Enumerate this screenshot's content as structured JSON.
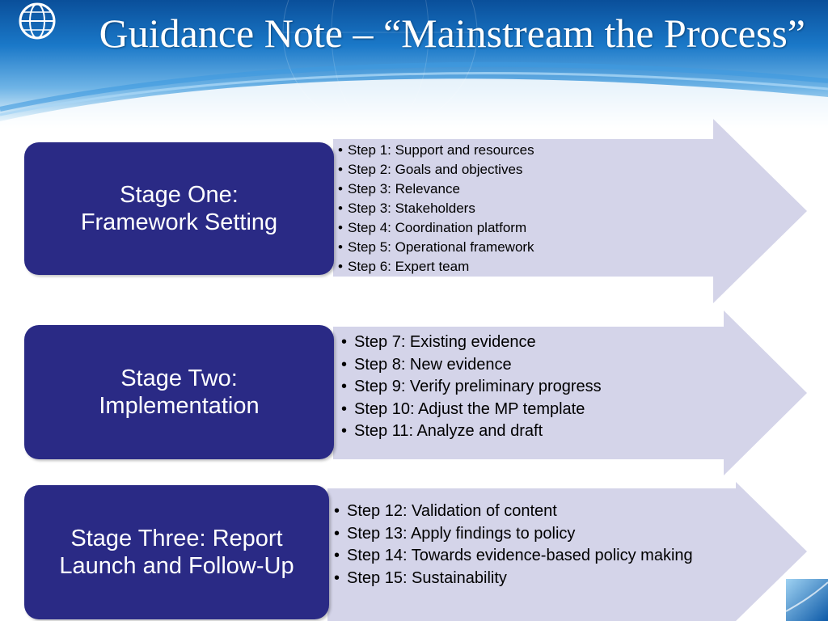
{
  "header": {
    "title": "Guidance Note – “Mainstream the Process”",
    "logo_icon": "globe-logo-icon"
  },
  "colors": {
    "stage_box": "#2a2a85",
    "arrow_fill": "#d4d4e9",
    "header_blue": "#1a78c8",
    "text_on_box": "#ffffff"
  },
  "stages": [
    {
      "label": "Stage One:\nFramework Setting",
      "steps": [
        "Step 1: Support and resources",
        "Step 2: Goals and objectives",
        "Step 3: Relevance",
        "Step 3: Stakeholders",
        "Step 4: Coordination platform",
        "Step 5: Operational framework",
        "Step 6: Expert team"
      ]
    },
    {
      "label": "Stage Two:\nImplementation",
      "steps": [
        "Step 7: Existing evidence",
        "Step 8: New evidence",
        "Step 9: Verify preliminary progress",
        "Step 10: Adjust the MP template",
        "Step 11: Analyze and draft"
      ]
    },
    {
      "label": "Stage Three: Report\nLaunch and Follow-Up",
      "steps": [
        "Step 12: Validation of content",
        "Step 13: Apply findings to policy",
        "Step 14: Towards evidence-based policy making",
        "Step 15: Sustainability"
      ]
    }
  ]
}
